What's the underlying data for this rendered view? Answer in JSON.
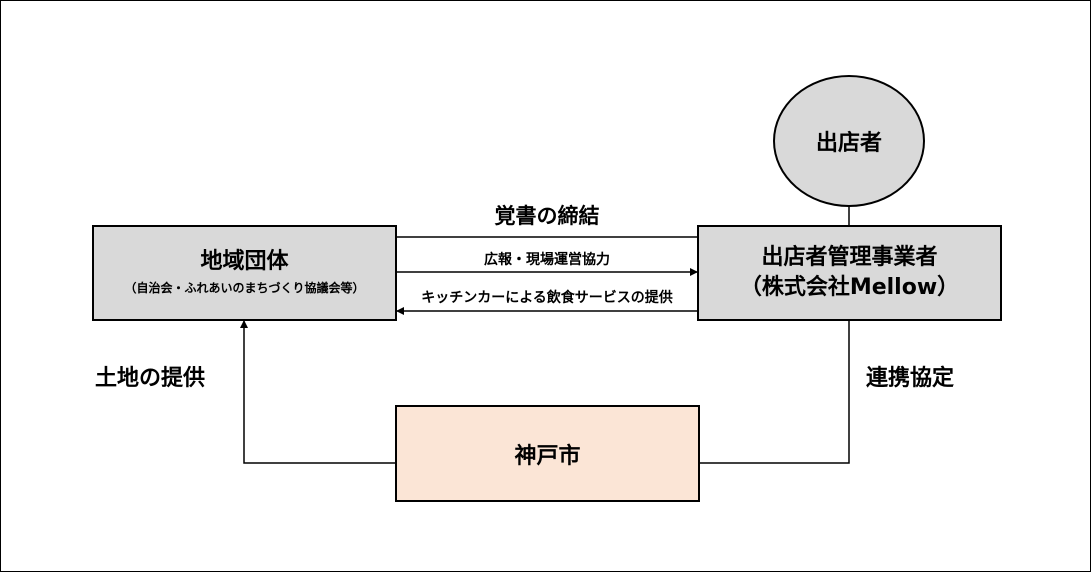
{
  "nodes": {
    "community": {
      "title": "地域団体",
      "subtitle": "（自治会・ふれあいのまちづくり協議会等）"
    },
    "operator": {
      "line1": "出店者管理事業者",
      "line2": "（株式会社Mellow）"
    },
    "vendors": {
      "label": "出店者"
    },
    "city": {
      "label": "神戸市"
    }
  },
  "edges": {
    "memorandum": "覚書の締結",
    "pr_cooperation": "広報・現場運営協力",
    "food_service": "キッチンカーによる飲食サービスの提供",
    "land_provision": "土地の提供",
    "partnership": "連携協定"
  },
  "colors": {
    "node_gray": "#d9d9d9",
    "city_fill": "#fbe5d6",
    "line": "#000000"
  }
}
